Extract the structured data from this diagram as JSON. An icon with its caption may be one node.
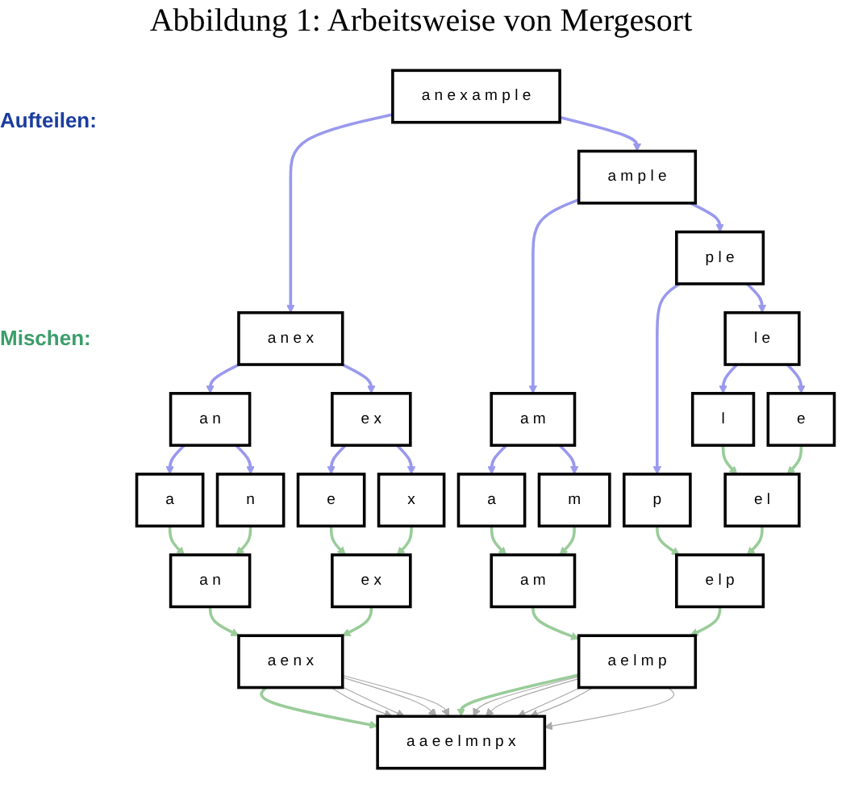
{
  "diagram": {
    "title": "Abbildung 1: Arbeitsweise von Mergesort",
    "nodes": [
      {
        "text": [
          "a n e x a m p l e"
        ]
      },
      {
        "text": [
          "a n e x"
        ]
      },
      {
        "text": [
          "a m p l e"
        ]
      },
      {
        "text": [
          "a n"
        ]
      },
      {
        "text": [
          "e x"
        ]
      },
      {
        "text": [
          "a m"
        ]
      },
      {
        "text": [
          "p l e"
        ]
      },
      {
        "text": [
          "a"
        ]
      },
      {
        "text": [
          "n"
        ]
      },
      {
        "text": [
          "e"
        ]
      },
      {
        "text": [
          "x"
        ]
      },
      {
        "text": [
          "a"
        ]
      },
      {
        "text": [
          "m"
        ]
      },
      {
        "text": [
          "p"
        ]
      },
      {
        "text": [
          "l e"
        ]
      },
      {
        "text": [
          "l"
        ]
      },
      {
        "text": [
          "e"
        ]
      },
      {
        "text": [
          "a n"
        ]
      },
      {
        "text": [
          "e x"
        ]
      },
      {
        "text": [
          "a m"
        ]
      },
      {
        "text": [
          "e l"
        ]
      },
      {
        "text": [
          "a e n x"
        ]
      },
      {
        "text": [
          "e l p"
        ]
      },
      {
        "text": [
          "a e l m p"
        ]
      },
      {
        "text": [
          "a a e e l m n p x"
        ]
      }
    ],
    "edges": [
      {
        "from": 0,
        "to": 1,
        "arrow": "to",
        "color": "#9999ee"
      },
      {
        "from": 0,
        "to": 2,
        "arrow": "to",
        "color": "#9999ee"
      },
      {
        "from": 1,
        "to": 3,
        "arrow": "to",
        "color": "#9999ee"
      },
      {
        "from": 1,
        "to": 4,
        "arrow": "to",
        "color": "#9999ee"
      },
      {
        "from": 2,
        "to": 5,
        "arrow": "to",
        "color": "#9999ee"
      },
      {
        "from": 2,
        "to": 6,
        "arrow": "to",
        "color": "#9999ee"
      },
      {
        "from": 3,
        "to": 7,
        "arrow": "to",
        "color": "#9999ee"
      },
      {
        "from": 3,
        "to": 8,
        "arrow": "to",
        "color": "#9999ee"
      },
      {
        "from": 4,
        "to": 9,
        "arrow": "to",
        "color": "#9999ee"
      },
      {
        "from": 4,
        "to": 10,
        "arrow": "to",
        "color": "#9999ee"
      },
      {
        "from": 5,
        "to": 11,
        "arrow": "to",
        "color": "#9999ee"
      },
      {
        "from": 5,
        "to": 12,
        "arrow": "to",
        "color": "#9999ee"
      },
      {
        "from": 6,
        "to": 13,
        "arrow": "to",
        "color": "#9999ee"
      },
      {
        "from": 6,
        "to": 14,
        "arrow": "to",
        "color": "#9999ee"
      },
      {
        "from": 14,
        "to": 15,
        "arrow": "to",
        "color": "#9999ee"
      },
      {
        "from": 14,
        "to": 16,
        "arrow": "to",
        "color": "#9999ee"
      },
      {
        "from": 7,
        "to": 17,
        "arrow": "to",
        "color": "#99cc99"
      },
      {
        "from": 8,
        "to": 17,
        "arrow": "to",
        "color": "#99cc99"
      },
      {
        "from": 9,
        "to": 18,
        "arrow": "to",
        "color": "#99cc99"
      },
      {
        "from": 10,
        "to": 18,
        "arrow": "to",
        "color": "#99cc99"
      },
      {
        "from": 11,
        "to": 19,
        "arrow": "to",
        "color": "#99cc99"
      },
      {
        "from": 12,
        "to": 19,
        "arrow": "to",
        "color": "#99cc99"
      },
      {
        "from": 15,
        "to": 20,
        "arrow": "to",
        "color": "#99cc99"
      },
      {
        "from": 16,
        "to": 20,
        "arrow": "to",
        "color": "#99cc99"
      },
      {
        "from": 17,
        "to": 21,
        "arrow": "to",
        "color": "#99cc99"
      },
      {
        "from": 18,
        "to": 21,
        "arrow": "to",
        "color": "#99cc99"
      },
      {
        "from": 13,
        "to": 22,
        "arrow": "to",
        "color": "#99cc99"
      },
      {
        "from": 20,
        "to": 22,
        "arrow": "to",
        "color": "#99cc99"
      },
      {
        "from": 19,
        "to": 23,
        "arrow": "to",
        "color": "#99cc99"
      },
      {
        "from": 22,
        "to": 23,
        "arrow": "to",
        "color": "#99cc99"
      },
      {
        "from": 21,
        "to": 24,
        "arrow": "to",
        "color": "#99cc99"
      },
      {
        "from": 23,
        "to": 24,
        "arrow": "to",
        "color": "#99cc99"
      },
      {
        "from": 21,
        "to": 24,
        "arrow": "to",
        "color": "#aaaaaa"
      },
      {
        "from": 21,
        "to": 24,
        "arrow": "to",
        "color": "#aaaaaa"
      },
      {
        "from": 21,
        "to": 24,
        "arrow": "to",
        "color": "#aaaaaa"
      },
      {
        "from": 21,
        "to": 24,
        "arrow": "to",
        "color": "#aaaaaa"
      },
      {
        "from": 23,
        "to": 24,
        "arrow": "to",
        "color": "#aaaaaa"
      },
      {
        "from": 23,
        "to": 24,
        "arrow": "to",
        "color": "#aaaaaa"
      },
      {
        "from": 23,
        "to": 24,
        "arrow": "to",
        "color": "#aaaaaa"
      },
      {
        "from": 23,
        "to": 24,
        "arrow": "to",
        "color": "#aaaaaa"
      },
      {
        "from": 23,
        "to": 24,
        "arrow": "to",
        "color": "#aaaaaa"
      }
    ],
    "labels": [
      "Aufteilen:",
      "Mischen:"
    ]
  }
}
